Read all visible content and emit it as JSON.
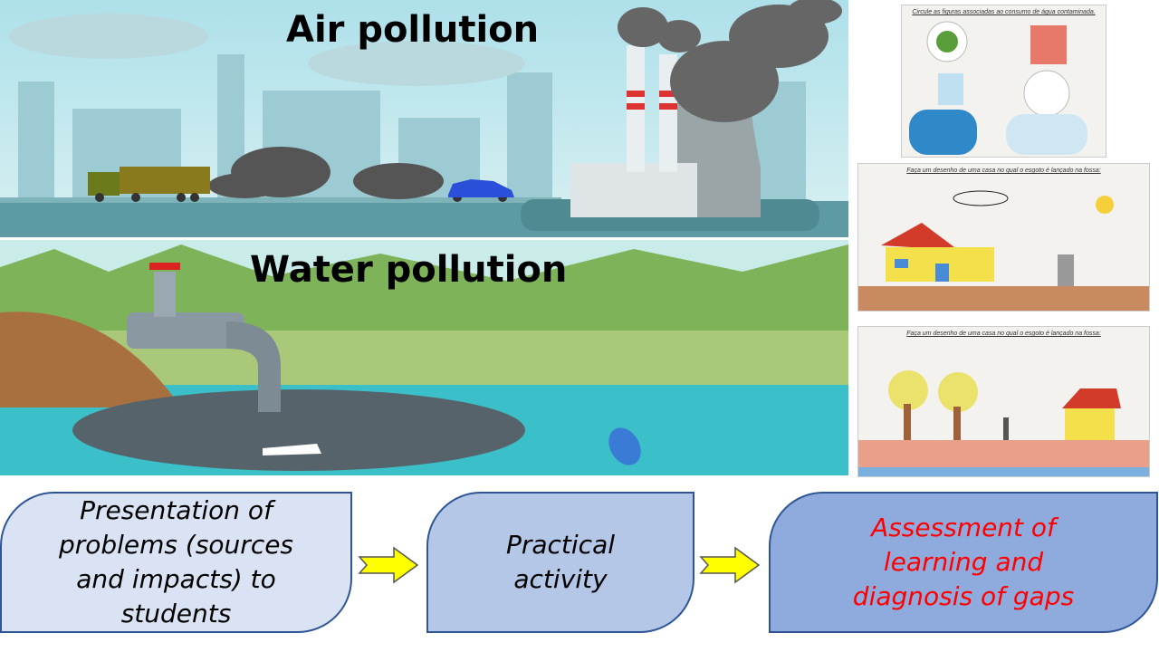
{
  "scenes": {
    "air": {
      "title": "Air pollution"
    },
    "water": {
      "title": "Water pollution"
    }
  },
  "photos": [
    {
      "caption": "Circule as figuras associadas ao consumo de água contaminada."
    },
    {
      "caption": "Faça um desenho de uma casa no qual o esgoto é lançado na fossa:"
    },
    {
      "caption": "Faça um desenho de uma casa no qual o esgoto é lançado na fossa:"
    }
  ],
  "steps": [
    {
      "label": "Presentation of problems (sources and impacts) to students",
      "fill": "#dae3f3",
      "text_color": "#000000"
    },
    {
      "label": "Practical activity",
      "fill": "#b4c7e7",
      "text_color": "#000000"
    },
    {
      "label": "Assessment of learning and diagnosis of gaps",
      "fill": "#8faadc",
      "text_color": "#ff0000"
    }
  ],
  "colors": {
    "arrow": "#ffff00",
    "border": "#2f5597"
  }
}
